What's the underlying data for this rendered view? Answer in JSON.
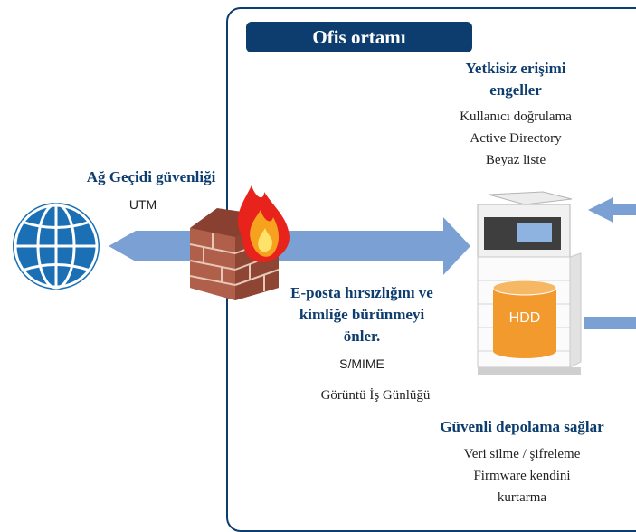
{
  "office": {
    "title": "Ofis ortamı"
  },
  "gateway": {
    "title": "Ağ Geçidi güvenliği",
    "item": "UTM"
  },
  "access": {
    "title_line1": "Yetkisiz erişimi",
    "title_line2": "engeller",
    "items": [
      "Kullanıcı doğrulama",
      "Active Directory",
      "Beyaz liste"
    ]
  },
  "email": {
    "title_line1": "E-posta hırsızlığını ve",
    "title_line2": "kimliğe bürünmeyi",
    "title_line3": "önler.",
    "item": "S/MIME",
    "log": "Görüntü İş Günlüğü"
  },
  "storage": {
    "title": "Güvenli depolama sağlar",
    "items": [
      "Veri silme / şifreleme",
      "Firmware kendini",
      "kurtarma"
    ],
    "hdd_label": "HDD"
  },
  "icons": {
    "globe": "globe-icon",
    "firewall": "firewall-icon",
    "fire": "fire-icon",
    "printer": "printer-icon",
    "hdd": "hdd-icon"
  },
  "colors": {
    "navy": "#0d3d6e",
    "arrow": "#7aa0d4",
    "globe": "#1a6fb5",
    "brick": "#a0523a",
    "hdd": "#f39a2e"
  }
}
